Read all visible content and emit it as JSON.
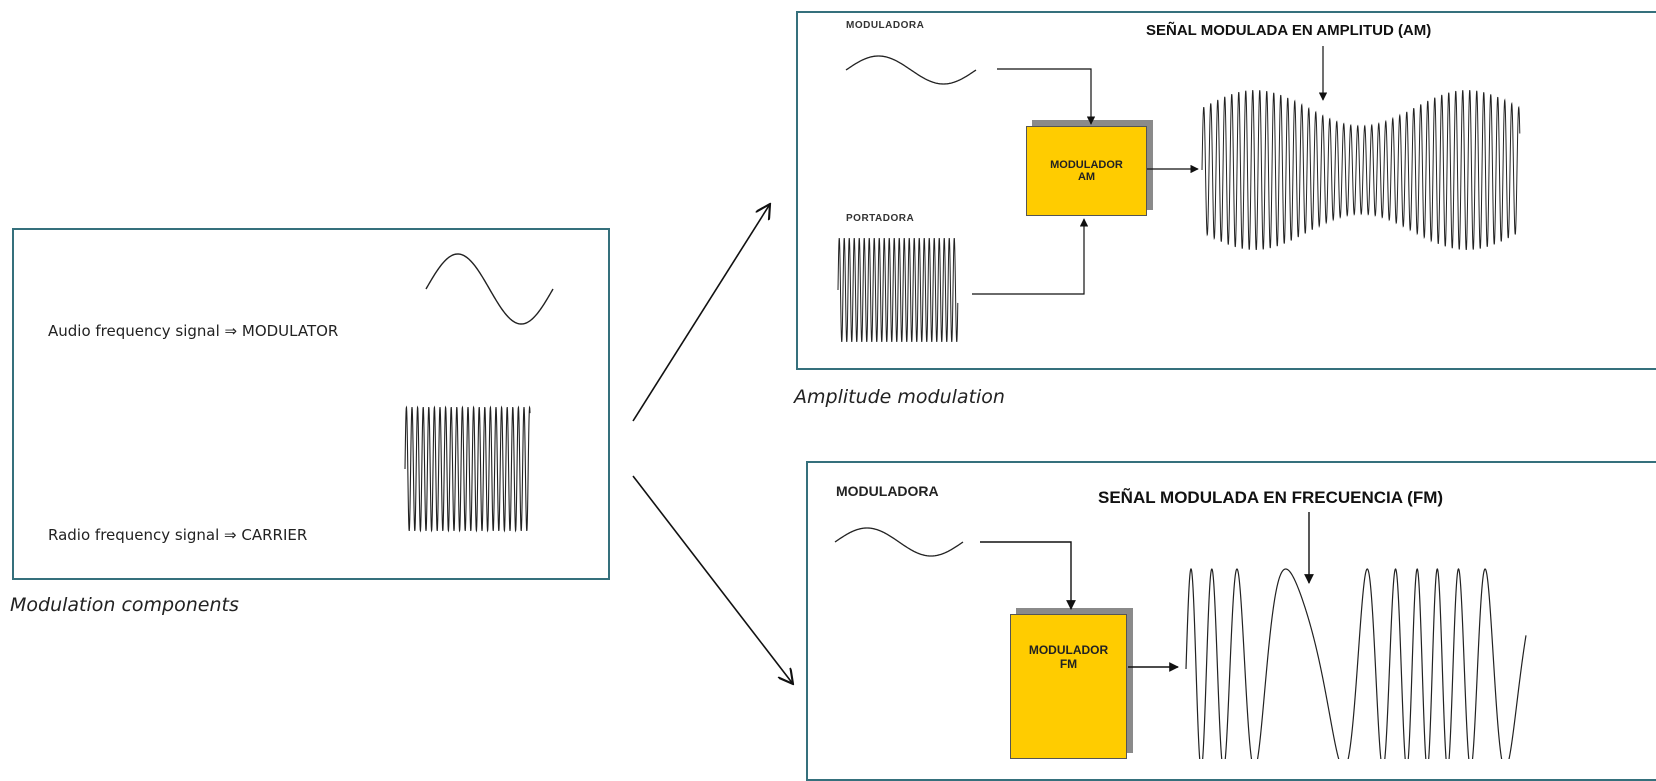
{
  "components": {
    "audio_label": "Audio frequency signal ⇒ MODULATOR",
    "radio_label": "Radio frequency signal ⇒ CARRIER",
    "caption": "Modulation components"
  },
  "am": {
    "moduladora_label": "MODULADORA",
    "portadora_label": "PORTADORA",
    "title": "SEÑAL MODULADA EN AMPLITUD (AM)",
    "box_line1": "MODULADOR",
    "box_line2": "AM",
    "caption": "Amplitude modulation"
  },
  "fm": {
    "moduladora_label": "MODULADORA",
    "title": "SEÑAL MODULADA EN FRECUENCIA (FM)",
    "box_line1": "MODULADOR",
    "box_line2": "FM"
  },
  "colors": {
    "frame_border": "#35707c",
    "modulator_box": "#ffcc00",
    "box_shadow": "#8a8a8a"
  },
  "icons": {
    "modulator_wave": "sine-wave-icon",
    "carrier_wave": "high-frequency-wave-icon",
    "am_signal": "am-signal-icon",
    "fm_signal": "fm-signal-icon"
  }
}
